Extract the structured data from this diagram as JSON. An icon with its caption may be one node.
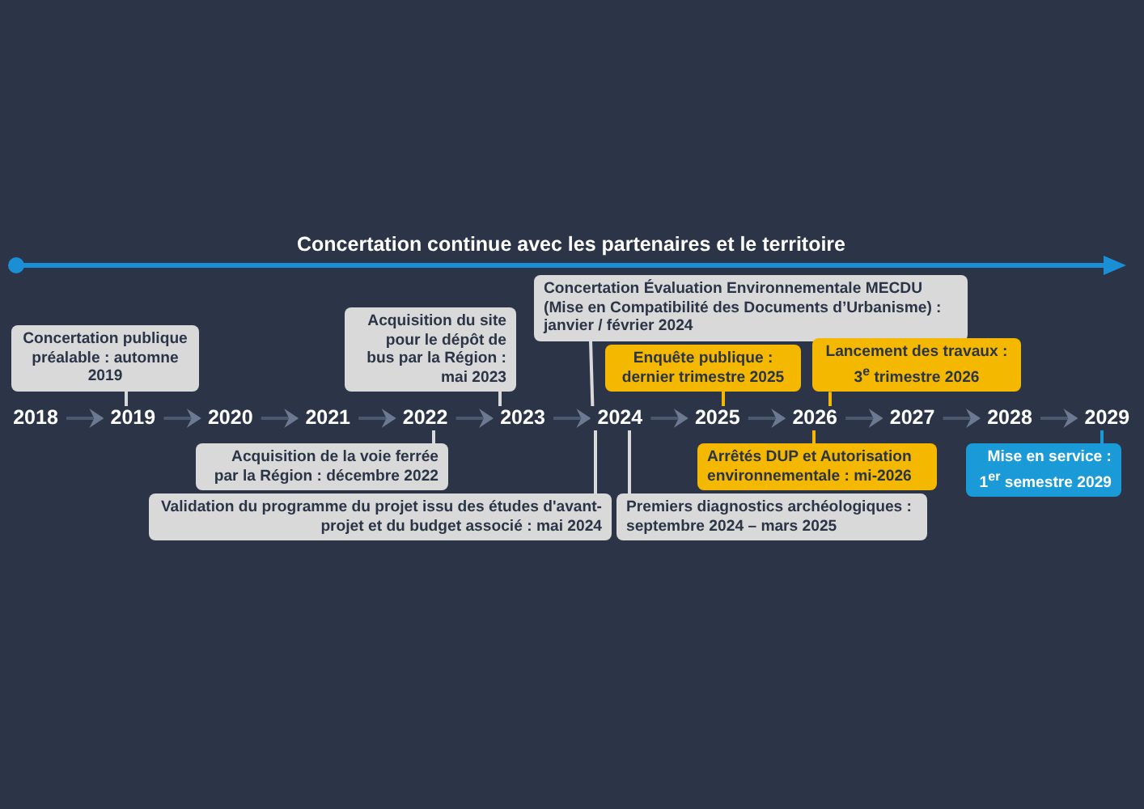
{
  "diagram": {
    "nodes": [
      {
        "text": [
          "Concertation Évaluation Environnementale MECDU (Mise en Compatibilité des Documents d’Urbanisme) : janvier / février 2024"
        ]
      },
      {
        "text": [
          "Acquisition du site pour le dépôt de bus par la Région : mai 2023"
        ]
      },
      {
        "text": [
          "Concertation publique préalable : automne 2019"
        ]
      },
      {
        "text": [
          "Enquête publique : dernier trimestre 2025"
        ]
      },
      {
        "text": [
          "Lancement des travaux : 3$^{e}$ trimestre 2026"
        ]
      },
      {
        "text": [
          "2018"
        ]
      },
      {
        "text": [
          "2019"
        ]
      },
      {
        "text": [
          "2020"
        ]
      },
      {
        "text": [
          "2021"
        ]
      },
      {
        "text": [
          "2022"
        ]
      },
      {
        "text": [
          "2023"
        ]
      },
      {
        "text": [
          "2024"
        ]
      },
      {
        "text": [
          "2025"
        ]
      },
      {
        "text": [
          "2026"
        ]
      },
      {
        "text": [
          "2027"
        ]
      },
      {
        "text": [
          "2028"
        ]
      },
      {
        "text": [
          "2029"
        ]
      },
      {
        "text": [
          "Acquisition de la voie ferrée par la Région : décembre 2022"
        ]
      },
      {
        "text": [
          "Arrêtés DUP et Autorisation environnementale : mi-2026"
        ]
      },
      {
        "text": [
          "Mise en service : 1$^{er}$ semestre 2029"
        ]
      },
      {
        "text": [
          "Validation du programme du projet issu des études d'avant-projet et du budget associé : mai 2024"
        ]
      },
      {
        "text": [
          "Premiers diagnostics archéologiques : septembre 2024 – mars 2025"
        ]
      }
    ],
    "edges": [
      {
        "from": 5,
        "to": 6,
        "arrow": "to"
      },
      {
        "from": 6,
        "to": 7,
        "arrow": "to"
      },
      {
        "from": 7,
        "to": 8,
        "arrow": "to"
      },
      {
        "from": 8,
        "to": 9,
        "arrow": "to"
      },
      {
        "from": 9,
        "to": 10,
        "arrow": "to"
      },
      {
        "from": 10,
        "to": 11,
        "arrow": "to"
      },
      {
        "from": 11,
        "to": 12,
        "arrow": "to"
      },
      {
        "from": 12,
        "to": 13,
        "arrow": "to"
      },
      {
        "from": 13,
        "to": 14,
        "arrow": "to"
      },
      {
        "from": 14,
        "to": 15,
        "arrow": "to"
      },
      {
        "from": 15,
        "to": 16,
        "arrow": "to"
      },
      {
        "from": 0,
        "to": 11,
        "arrow": "none",
        "color": "#d9d9d9"
      },
      {
        "from": 1,
        "to": 10,
        "arrow": "none",
        "color": "#d9d9d9"
      },
      {
        "from": 2,
        "to": 6,
        "arrow": "none",
        "color": "#d9d9d9"
      },
      {
        "from": 3,
        "to": 12,
        "arrow": "none",
        "color": "#f5b800"
      },
      {
        "from": 4,
        "to": 13,
        "arrow": "none",
        "color": "#f5b800"
      },
      {
        "from": 17,
        "to": 9,
        "arrow": "none",
        "color": "#d9d9d9"
      },
      {
        "from": 18,
        "to": 13,
        "arrow": "none",
        "color": "#f5b800"
      },
      {
        "from": 19,
        "to": 16,
        "arrow": "none",
        "color": "#1a9ad6"
      },
      {
        "from": 20,
        "to": 11,
        "arrow": "none",
        "color": "#d9d9d9"
      },
      {
        "from": 21,
        "to": 11,
        "arrow": "none",
        "color": "#d9d9d9"
      }
    ],
    "labels": [
      "Concertation continue avec les partenaires et le territoire"
    ]
  }
}
